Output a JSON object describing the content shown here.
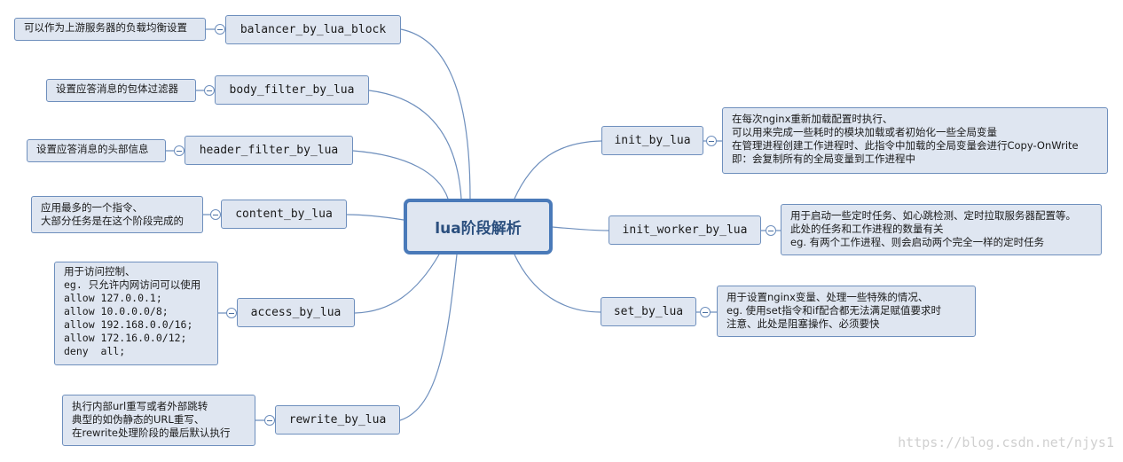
{
  "center": {
    "label": "lua阶段解析"
  },
  "left_topics": [
    {
      "key": "balancer",
      "label": "balancer_by_lua_block",
      "note": "可以作为上游服务器的负载均衡设置"
    },
    {
      "key": "body_filter",
      "label": "body_filter_by_lua",
      "note": "设置应答消息的包体过滤器"
    },
    {
      "key": "header_filter",
      "label": "header_filter_by_lua",
      "note": "设置应答消息的头部信息"
    },
    {
      "key": "content",
      "label": "content_by_lua",
      "note": "应用最多的一个指令、\n大部分任务是在这个阶段完成的"
    },
    {
      "key": "access",
      "label": "access_by_lua",
      "note": "用于访问控制、\neg. 只允许内网访问可以使用\nallow 127.0.0.1;\nallow 10.0.0.0/8;\nallow 192.168.0.0/16;\nallow 172.16.0.0/12;\ndeny  all;"
    },
    {
      "key": "rewrite",
      "label": "rewrite_by_lua",
      "note": "执行内部url重写或者外部跳转\n典型的如伪静态的URL重写、\n在rewrite处理阶段的最后默认执行"
    }
  ],
  "right_topics": [
    {
      "key": "init",
      "label": "init_by_lua",
      "note": "在每次nginx重新加载配置时执行、\n可以用来完成一些耗时的模块加载或者初始化一些全局变量\n在管理进程创建工作进程时、此指令中加载的全局变量会进行Copy-OnWrite\n即：会复制所有的全局变量到工作进程中"
    },
    {
      "key": "init_worker",
      "label": "init_worker_by_lua",
      "note": "用于启动一些定时任务、如心跳检测、定时拉取服务器配置等。\n此处的任务和工作进程的数量有关\neg. 有两个工作进程、则会启动两个完全一样的定时任务"
    },
    {
      "key": "set",
      "label": "set_by_lua",
      "note": "用于设置nginx变量、处理一些特殊的情况、\neg. 使用set指令和if配合都无法满足赋值要求时\n注意、此处是阻塞操作、必须要快"
    }
  ],
  "watermark": "https://blog.csdn.net/njys1",
  "colors": {
    "border": "#6e8fbd",
    "fill": "#dfe6f1",
    "center_border": "#4a7ab9",
    "link": "#6e8fbd"
  }
}
